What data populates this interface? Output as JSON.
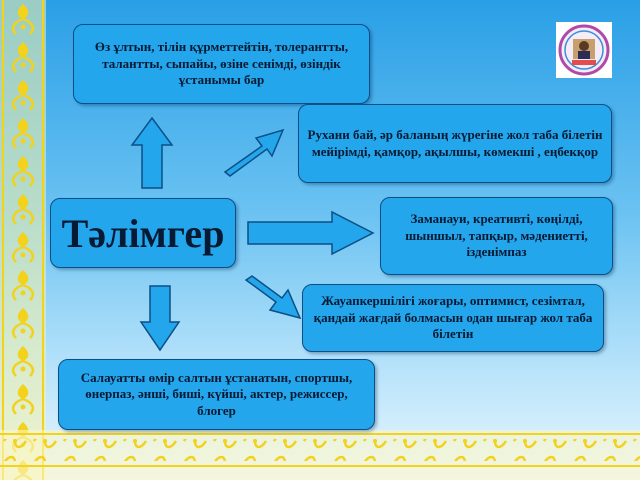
{
  "center": {
    "label": "Тәлімгер"
  },
  "boxes": {
    "top": "Өз ұлтын, тілін құрметтейтін, толерантты, талантты, сыпайы, өзіне сенімді, өзіндік ұстанымы бар",
    "upper_right": "Рухани бай, әр баланың жүрегіне жол таба білетін мейірімді, қамқор, ақылшы, көмекші , еңбекқор",
    "right": "Заманауи, креативті, көңілді, шыншыл, тапқыр, мәдениетті, ізденімпаз",
    "lower_right": "Жауапкершілігі жоғары, оптимист, сезімтал, қандай жағдай болмасын одан шығар жол таба білетін",
    "bottom": "Салауатты өмір салтын ұстанатын, спортшы, өнерпаз, әнші, биші, күйші, актер, режиссер, блогер"
  },
  "colors": {
    "box_fill": "#24a6ec",
    "box_border": "#0b4f86",
    "background_top": "#2a9fe6",
    "background_bottom": "#e8f6fd",
    "ornament": "#f2d21b"
  },
  "icons": {
    "logo": "school-emblem-icon"
  }
}
